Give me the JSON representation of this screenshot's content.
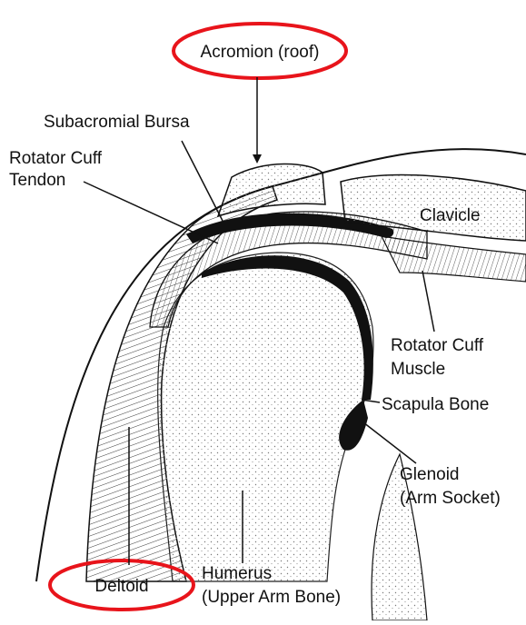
{
  "labels": {
    "acromion": "Acromion (roof)",
    "bursa": "Subacromial Bursa",
    "cuff_tendon_line1": "Rotator Cuff",
    "cuff_tendon_line2": "Tendon",
    "clavicle": "Clavicle",
    "cuff_muscle_line1": "Rotator Cuff",
    "cuff_muscle_line2": "Muscle",
    "scapula": "Scapula Bone",
    "glenoid_line1": "Glenoid",
    "glenoid_line2": "(Arm Socket)",
    "deltoid": "Deltoid",
    "humerus_line1": "Humerus",
    "humerus_line2": "(Upper Arm Bone)"
  },
  "colors": {
    "highlight": "#e8141b",
    "ink": "#111111",
    "stipple": "#8a8a8a"
  }
}
